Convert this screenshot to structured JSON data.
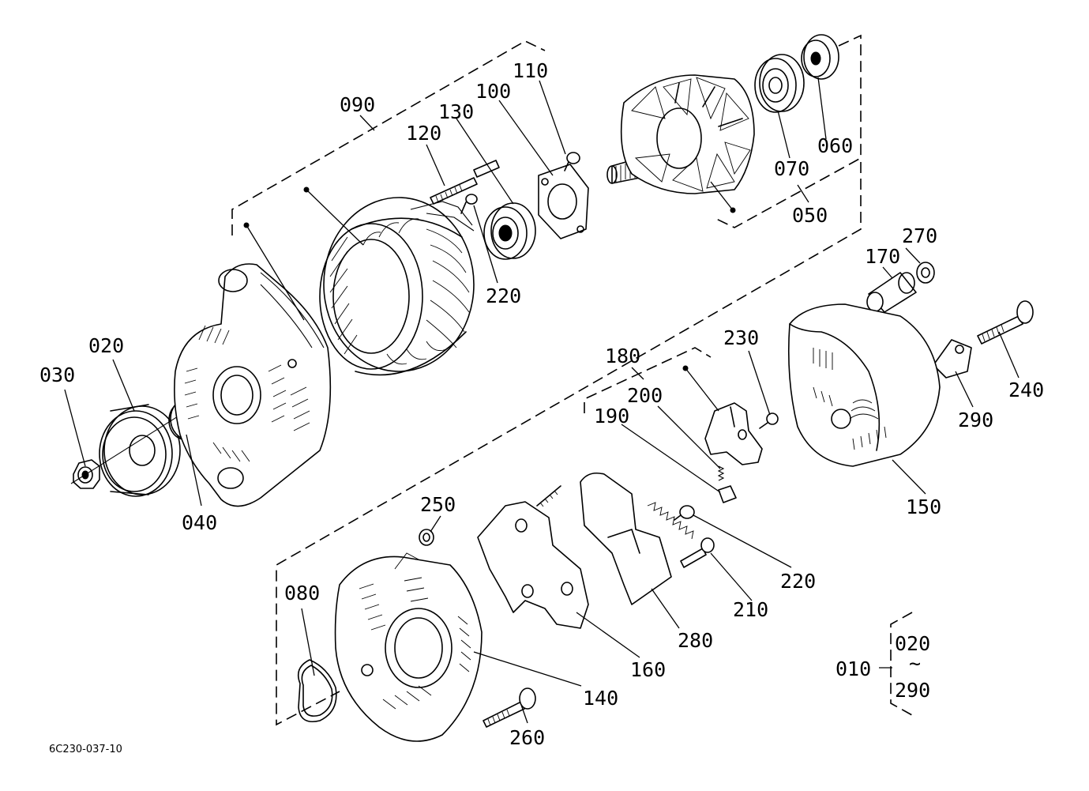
{
  "diagram_code": "6C230-037-10",
  "labels": {
    "p010": "010",
    "p020": "020",
    "p030": "030",
    "p040": "040",
    "p050": "050",
    "p060": "060",
    "p070": "070",
    "p080": "080",
    "p090": "090",
    "p100": "100",
    "p110": "110",
    "p120": "120",
    "p130": "130",
    "p140": "140",
    "p150": "150",
    "p160": "160",
    "p170": "170",
    "p180": "180",
    "p190": "190",
    "p200": "200",
    "p210": "210",
    "p220a": "220",
    "p220b": "220",
    "p230": "230",
    "p240": "240",
    "p250": "250",
    "p260": "260",
    "p270": "270",
    "p280": "280",
    "p290": "290",
    "range_from": "020",
    "range_tilde": "~",
    "range_to": "290"
  }
}
